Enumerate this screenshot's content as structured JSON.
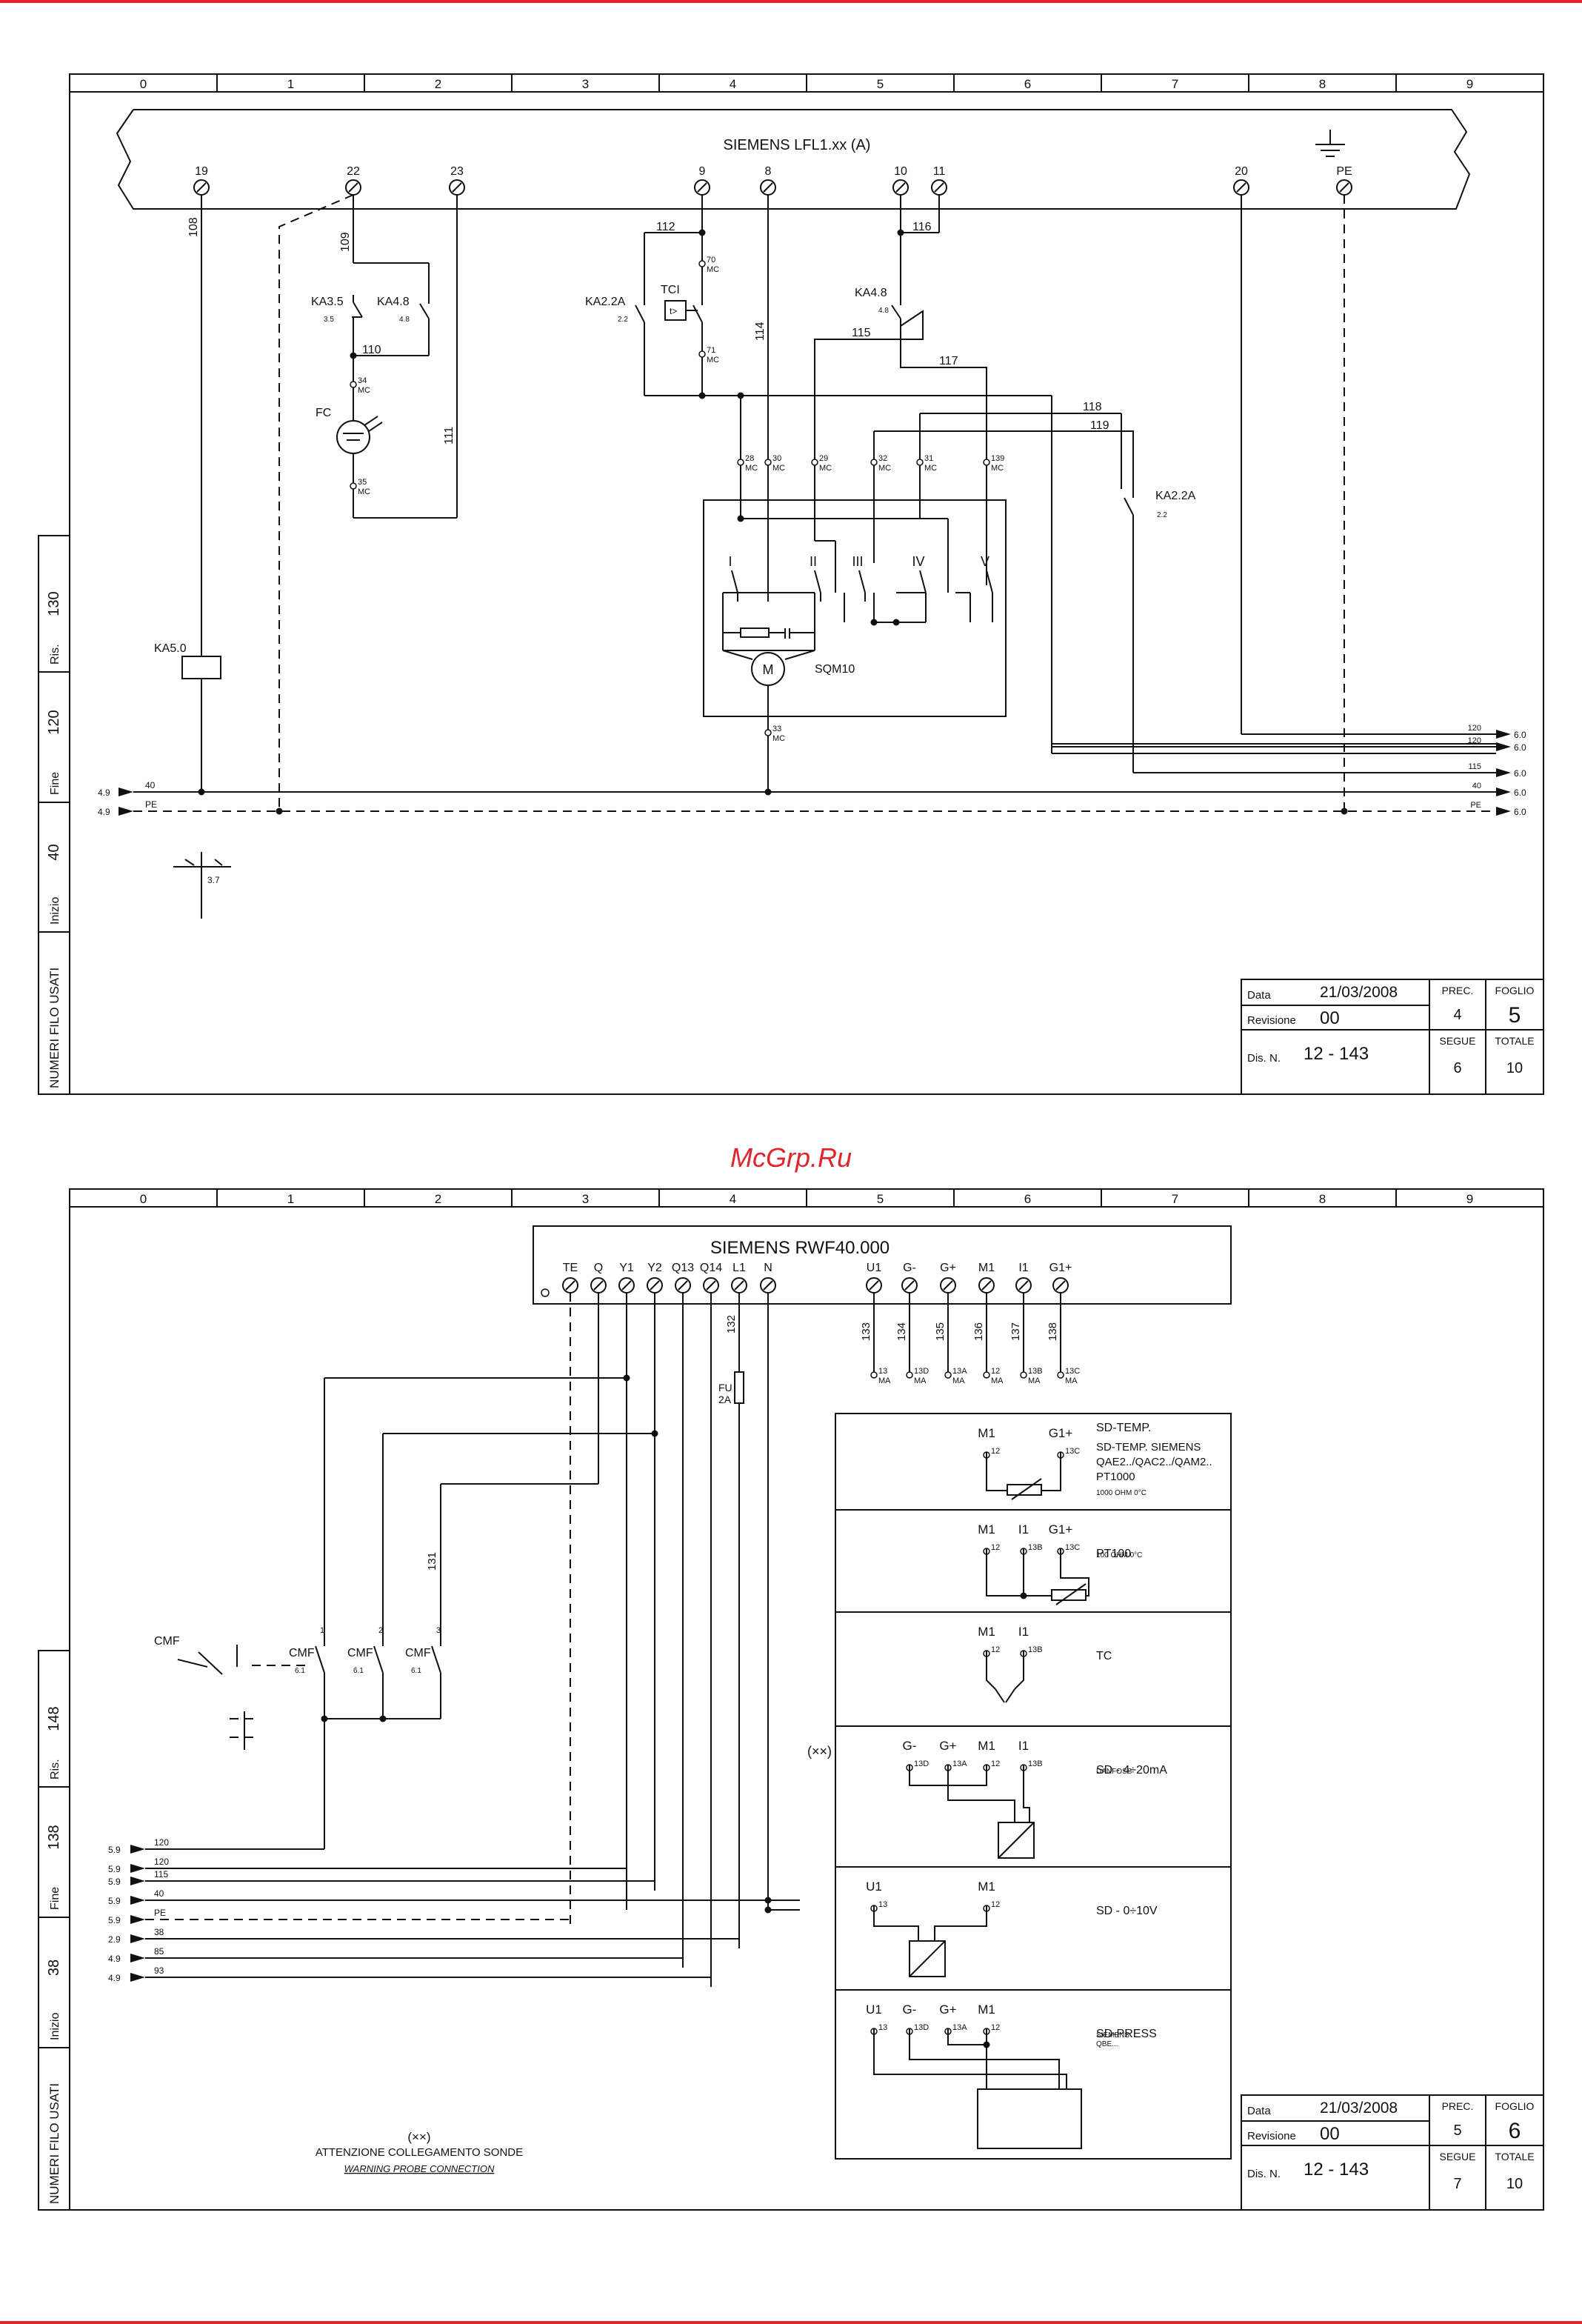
{
  "brand_watermark": "McGrp.Ru",
  "colors": {
    "line": "#111111",
    "watermark": "#e0242c"
  },
  "grid_columns": [
    "0",
    "1",
    "2",
    "3",
    "4",
    "5",
    "6",
    "7",
    "8",
    "9"
  ],
  "side_bar": {
    "vertical_title": "NUMERI FILO USATI",
    "inizio_label": "Inizio",
    "fine_label": "Fine",
    "ris_label": "Ris.",
    "sheet1": {
      "inizio": "40",
      "fine": "120",
      "ris": "130"
    },
    "sheet2": {
      "inizio": "38",
      "fine": "138",
      "ris": "148"
    }
  },
  "title_block_labels": {
    "data": "Data",
    "revisione": "Revisione",
    "dis_n": "Dis. N.",
    "prec": "PREC.",
    "foglio": "FOGLIO",
    "segue": "SEGUE",
    "totale": "TOTALE"
  },
  "sheet1": {
    "title_block": {
      "date": "21/03/2008",
      "revision": "00",
      "drawing_no": "12  -  143",
      "prec": "4",
      "foglio": "5",
      "segue": "6",
      "totale": "10"
    },
    "controller": "SIEMENS LFL1.xx (A)",
    "terminals": [
      "19",
      "22",
      "23",
      "9",
      "8",
      "10",
      "11",
      "20",
      "PE"
    ],
    "wires": [
      "108",
      "109",
      "110",
      "111",
      "112",
      "114",
      "115",
      "116",
      "117",
      "118",
      "119"
    ],
    "components": [
      "KA3.5",
      "KA4.8",
      "FC",
      "KA2.2A",
      "TCI",
      "KA5.0",
      "SQM10",
      "M"
    ],
    "sub_refs": [
      "3.5",
      "4.8",
      "2.2",
      "3.7"
    ],
    "mc_terminals": [
      "28",
      "30",
      "29",
      "32",
      "31",
      "139",
      "34",
      "35",
      "70",
      "71",
      "33"
    ],
    "mc_label": "MC",
    "cam_switches": [
      "I",
      "II",
      "III",
      "IV",
      "V"
    ],
    "right_wires": [
      {
        "wire": "120",
        "ref": "6.0"
      },
      {
        "wire": "120",
        "ref": "6.0"
      },
      {
        "wire": "115",
        "ref": "6.0"
      },
      {
        "wire": "40",
        "ref": "6.0"
      },
      {
        "wire": "PE",
        "ref": "6.0"
      }
    ],
    "left_refs": [
      {
        "ref": "4.9",
        "wire": "40"
      },
      {
        "ref": "4.9",
        "wire": "PE"
      }
    ]
  },
  "sheet2": {
    "title_block": {
      "date": "21/03/2008",
      "revision": "00",
      "drawing_no": "12  -  143",
      "prec": "5",
      "foglio": "6",
      "segue": "7",
      "totale": "10"
    },
    "controller": "SIEMENS RWF40.000",
    "terminals_left": [
      "TE",
      "Q",
      "Y1",
      "Y2",
      "Q13",
      "Q14",
      "L1",
      "N"
    ],
    "terminals_right": [
      "U1",
      "G-",
      "G+",
      "M1",
      "I1",
      "G1+"
    ],
    "probe_wires": [
      {
        "wire": "133",
        "term": "13",
        "sub": "MA"
      },
      {
        "wire": "134",
        "term": "13D",
        "sub": "MA"
      },
      {
        "wire": "135",
        "term": "13A",
        "sub": "MA"
      },
      {
        "wire": "136",
        "term": "12",
        "sub": "MA"
      },
      {
        "wire": "137",
        "term": "13B",
        "sub": "MA"
      },
      {
        "wire": "138",
        "term": "13C",
        "sub": "MA"
      }
    ],
    "fuse": {
      "name": "FU",
      "rating": "2A",
      "wire": "132"
    },
    "cmf": {
      "name": "CMF",
      "ref": "6.1",
      "poles": [
        "1",
        "2",
        "3"
      ],
      "wire": "131"
    },
    "left_wires": [
      {
        "ref": "5.9",
        "wire": "120"
      },
      {
        "ref": "5.9",
        "wire": "120"
      },
      {
        "ref": "5.9",
        "wire": "115"
      },
      {
        "ref": "5.9",
        "wire": "40"
      },
      {
        "ref": "5.9",
        "wire": "PE"
      },
      {
        "ref": "2.9",
        "wire": "38"
      },
      {
        "ref": "4.9",
        "wire": "85"
      },
      {
        "ref": "4.9",
        "wire": "93"
      }
    ],
    "probes": [
      {
        "title": "SD-TEMP.",
        "lines": [
          "SD-TEMP. SIEMENS",
          "QAE2../QAC2../QAM2..",
          "PT1000"
        ],
        "small": "1000 OHM 0°C",
        "heads": [
          "M1",
          "G1+"
        ],
        "terms": [
          "12",
          "13C"
        ]
      },
      {
        "title": "PT100",
        "lines": [],
        "small": "100 OHM 0°C",
        "heads": [
          "M1",
          "I1",
          "G1+"
        ],
        "terms": [
          "12",
          "13B",
          "13C"
        ]
      },
      {
        "title": "TC",
        "lines": [],
        "small": "",
        "heads": [
          "M1",
          "I1"
        ],
        "terms": [
          "12",
          "13B"
        ]
      },
      {
        "title": "SD - 4÷20mA",
        "lines": [],
        "small": "DANFOSS",
        "heads": [
          "G-",
          "G+",
          "M1",
          "I1"
        ],
        "terms": [
          "13D",
          "13A",
          "12",
          "13B"
        ]
      },
      {
        "title": "SD - 0÷10V",
        "lines": [],
        "small": "",
        "heads": [
          "U1",
          "M1"
        ],
        "terms": [
          "13",
          "12"
        ]
      },
      {
        "title": "SD-PRESS",
        "lines": [],
        "small": "SIEMENS",
        "small2": "QBE...",
        "heads": [
          "U1",
          "G-",
          "G+",
          "M1"
        ],
        "terms": [
          "13",
          "13D",
          "13A",
          "12"
        ]
      }
    ],
    "note_mark": "(××)",
    "note_line1": "ATTENZIONE  COLLEGAMENTO  SONDE",
    "note_line2": "WARNING PROBE CONNECTION"
  }
}
